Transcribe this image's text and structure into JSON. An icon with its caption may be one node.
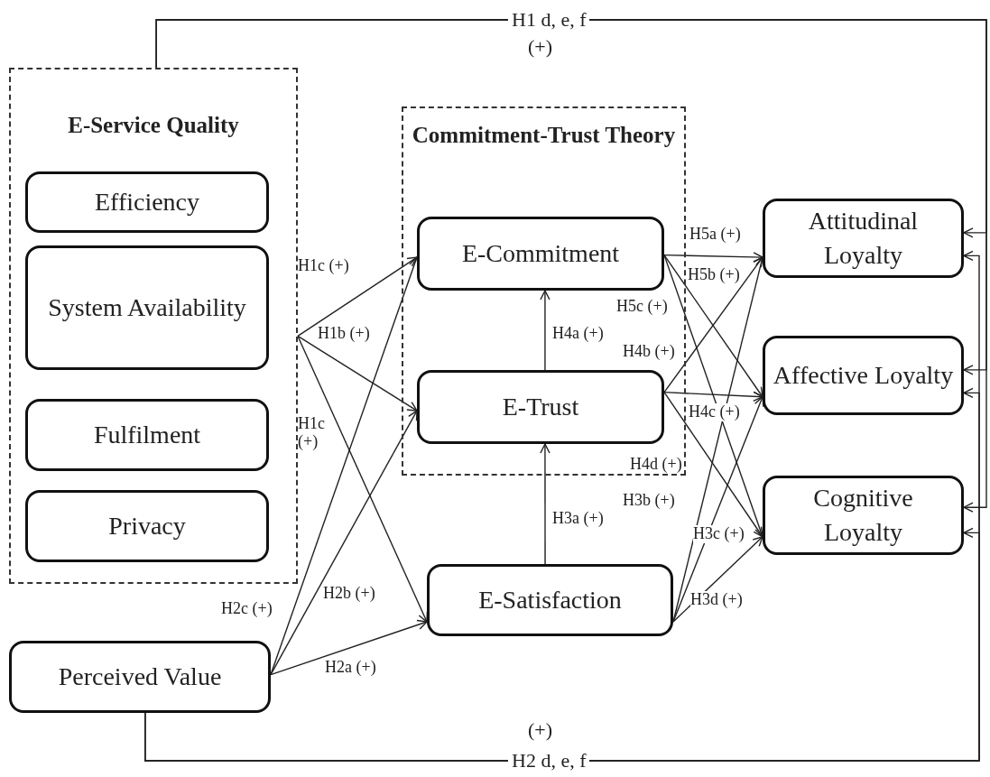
{
  "diagram": {
    "nodes": [
      {
        "text": [
          "E-Service Quality"
        ]
      },
      {
        "text": [
          "Efficiency"
        ],
        "in": 0
      },
      {
        "text": [
          "System Availability"
        ],
        "in": 0
      },
      {
        "text": [
          "Fulfilment"
        ],
        "in": 0
      },
      {
        "text": [
          "Privacy"
        ],
        "in": 0
      },
      {
        "text": [
          "Commitment-Trust Theory"
        ]
      },
      {
        "text": [
          "E-Commitment"
        ],
        "in": 5
      },
      {
        "text": [
          "E-Trust"
        ],
        "in": 5
      },
      {
        "text": [
          "E-Satisfaction"
        ]
      },
      {
        "text": [
          "Attitudinal Loyalty"
        ]
      },
      {
        "text": [
          "Affective Loyalty"
        ]
      },
      {
        "text": [
          "Cognitive Loyalty"
        ]
      },
      {
        "text": [
          "Perceived Value"
        ]
      }
    ],
    "edges": [
      {
        "from": 0,
        "to": 6,
        "arrow": "to",
        "label": "H1c (+)"
      },
      {
        "from": 0,
        "to": 7,
        "arrow": "to",
        "label": "H1b (+)"
      },
      {
        "from": 0,
        "to": 8,
        "arrow": "to",
        "label": "H1c (+)"
      },
      {
        "from": 12,
        "to": 8,
        "arrow": "to",
        "label": "H2a (+)"
      },
      {
        "from": 12,
        "to": 7,
        "arrow": "to",
        "label": "H2b (+)"
      },
      {
        "from": 12,
        "to": 6,
        "arrow": "to",
        "label": "H2c (+)"
      },
      {
        "from": 8,
        "to": 7,
        "arrow": "to",
        "label": "H3a (+)"
      },
      {
        "from": 7,
        "to": 6,
        "arrow": "to",
        "label": "H4a (+)"
      },
      {
        "from": 6,
        "to": 9,
        "arrow": "to",
        "label": "H5a (+)"
      },
      {
        "from": 6,
        "to": 10,
        "arrow": "to",
        "label": "H5b (+)"
      },
      {
        "from": 6,
        "to": 11,
        "arrow": "to",
        "label": "H5c (+)"
      },
      {
        "from": 7,
        "to": 9,
        "arrow": "to",
        "label": "H4b (+)"
      },
      {
        "from": 7,
        "to": 10,
        "arrow": "to",
        "label": "H4c (+)"
      },
      {
        "from": 7,
        "to": 11,
        "arrow": "to",
        "label": "H4d (+)"
      },
      {
        "from": 8,
        "to": 9,
        "arrow": "to",
        "label": "H3b (+)"
      },
      {
        "from": 8,
        "to": 10,
        "arrow": "to",
        "label": "H3c (+)"
      },
      {
        "from": 8,
        "to": 11,
        "arrow": "to",
        "label": "H3d (+)"
      },
      {
        "from": 0,
        "to": 9,
        "arrow": "to",
        "label": "H1 d, e, f"
      },
      {
        "from": 0,
        "to": 10,
        "arrow": "to"
      },
      {
        "from": 0,
        "to": 11,
        "arrow": "to"
      },
      {
        "from": 12,
        "to": 9,
        "arrow": "to",
        "label": "H2 d, e, f"
      },
      {
        "from": 12,
        "to": 10,
        "arrow": "to"
      },
      {
        "from": 12,
        "to": 11,
        "arrow": "to"
      }
    ],
    "labels": [
      "(+)",
      "(+)"
    ]
  }
}
